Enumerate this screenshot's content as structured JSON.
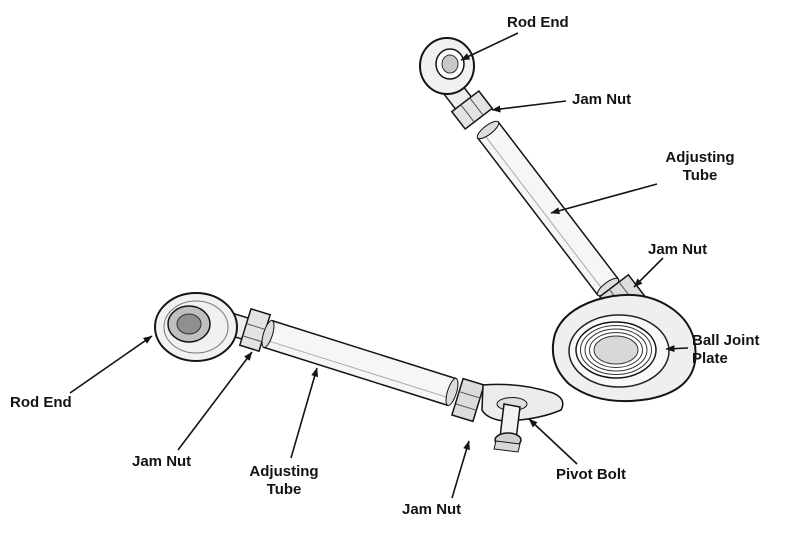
{
  "diagram": {
    "labels": {
      "rod_end_top": "Rod End",
      "jam_nut_top": "Jam Nut",
      "adjusting_tube_right": {
        "line1": "Adjusting",
        "line2": "Tube"
      },
      "jam_nut_right": "Jam Nut",
      "ball_joint_plate": {
        "line1": "Ball Joint",
        "line2": "Plate"
      },
      "pivot_bolt": "Pivot Bolt",
      "jam_nut_bottom": "Jam Nut",
      "adjusting_tube_left": {
        "line1": "Adjusting",
        "line2": "Tube"
      },
      "jam_nut_left": "Jam Nut",
      "rod_end_left": "Rod End"
    },
    "colors": {
      "ink": "#141414",
      "paper": "#ffffff"
    }
  }
}
